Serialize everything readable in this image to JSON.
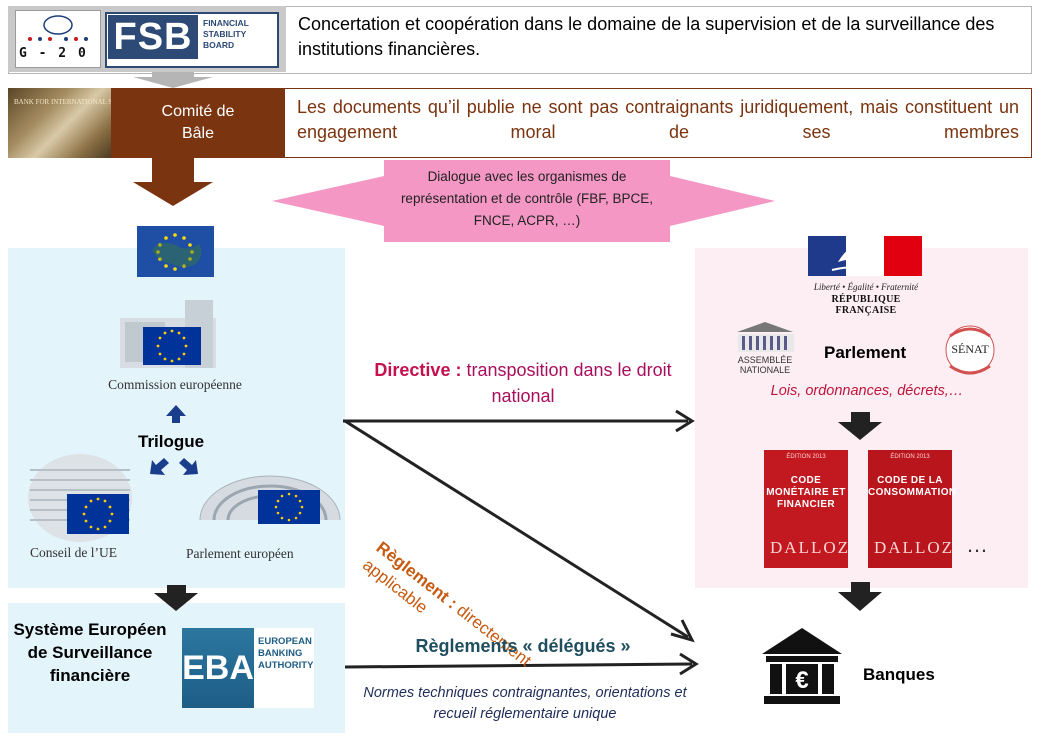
{
  "header": {
    "g20_label": "G - 2 0",
    "fsb_abbr": "FSB",
    "fsb_name": "FINANCIAL STABILITY BOARD",
    "fsb_text": "Concertation et coopération dans le domaine de la supervision et de la surveillance des institutions financières."
  },
  "basel": {
    "photo_text": "BANK FOR INTERNATIONAL SETTLEMENTS",
    "label": "Comité de Bâle",
    "text": "Les documents qu’il publie ne sont pas contraignants juridiquement, mais constituent un engagement moral de ses membres"
  },
  "dialogue": {
    "text": "Dialogue avec les organismes de représentation et de contrôle (FBF, BPCE, FNCE, ACPR, …)"
  },
  "eu": {
    "commission": "Commission européenne",
    "trilogue": "Trilogue",
    "conseil": "Conseil de l’UE",
    "parlement": "Parlement européen"
  },
  "ssm": {
    "title": "Système Européen de Surveillance financière",
    "eba_abbr": "EBA",
    "eba_name": "EUROPEAN BANKING AUTHORITY"
  },
  "france": {
    "motto": "Liberté • Égalité • Fraternité",
    "republic": "RÉPUBLIQUE FRANÇAISE",
    "assemblee": "ASSEMBLÉE NATIONALE",
    "parlement": "Parlement",
    "senat": "SÉNAT",
    "lois": "Lois, ordonnances, décrets,…",
    "book1_edition": "ÉDITION 2013",
    "book1_title": "CODE MONÉTAIRE ET FINANCIER",
    "book2_edition": "ÉDITION 2013",
    "book2_title": "CODE DE LA CONSOMMATION",
    "book_brand": "DALLOZ",
    "more": "…",
    "banques": "Banques"
  },
  "arrows": {
    "directive_bold": "Directive :",
    "directive_rest": "transposition dans le droit national",
    "reglement_bold": "Règlement :",
    "reglement_rest": "directement applicable",
    "delegues": "Règlements « délégués »",
    "normes": "Normes techniques contraignantes, orientations et recueil réglementaire unique"
  },
  "colors": {
    "basel_brown": "#7b3410",
    "eu_blue": "#e3f4fb",
    "fr_pink": "#fdeef3",
    "dialogue_pink": "#f497c4",
    "directive": "#a80f5c",
    "reglement": "#c65a11",
    "delegues": "#1f4e5f"
  }
}
